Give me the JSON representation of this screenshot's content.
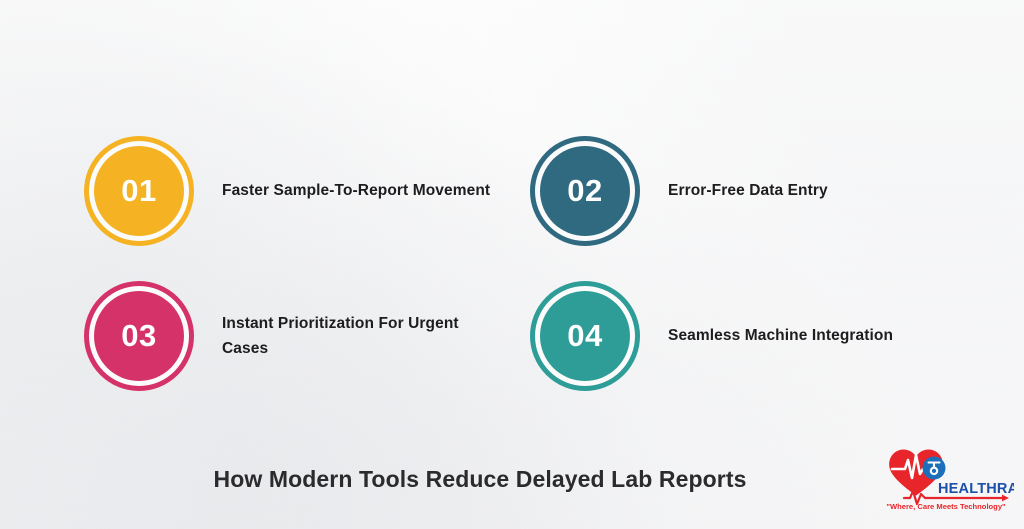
{
  "colors": {
    "background": "#fbfbfb",
    "item_01": "#f5b323",
    "item_02": "#2f6a80",
    "item_03": "#d6326a",
    "item_04": "#2e9d98",
    "title_text": "#2b2b2e",
    "label_text": "#1d1d1f",
    "logo_heart": "#e8252a",
    "logo_wordmark": "#1c4fa8",
    "logo_tagline": "#e8252a"
  },
  "items": [
    {
      "number": "01",
      "label": "Faster Sample-To-Report Movement",
      "color": "#f5b323"
    },
    {
      "number": "02",
      "label": "Error-Free Data Entry",
      "color": "#2f6a80"
    },
    {
      "number": "03",
      "label": "Instant Prioritization For Urgent Cases",
      "color": "#d6326a"
    },
    {
      "number": "04",
      "label": "Seamless Machine Integration",
      "color": "#2e9d98"
    }
  ],
  "footer": {
    "title": "How Modern Tools Reduce Delayed Lab Reports"
  },
  "logo": {
    "wordmark": "HEALTHRAY",
    "tagline": "\"Where, Care Meets Technology\""
  }
}
